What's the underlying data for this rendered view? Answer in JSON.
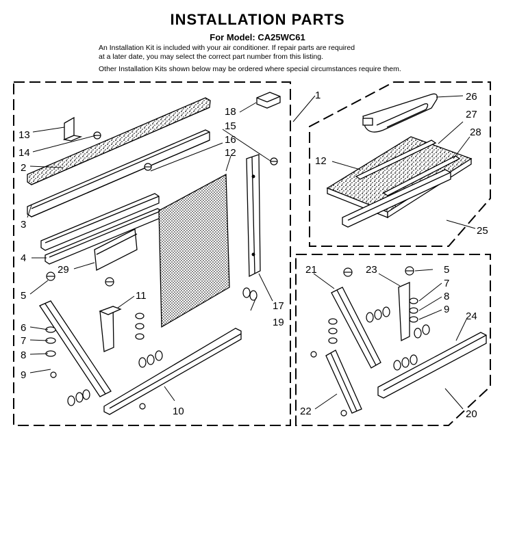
{
  "header": {
    "title": "INSTALLATION PARTS",
    "model_line": "For Model: CA25WC61",
    "intro_line1": "An Installation Kit is included with your air conditioner. If repair parts are required",
    "intro_line2": "at a later date, you may select the correct part number from this listing.",
    "intro_line3": "Other Installation Kits shown below may be ordered where special circumstances require them."
  },
  "callouts": {
    "main_kit": [
      "13",
      "14",
      "2",
      "3",
      "4",
      "29",
      "5",
      "6",
      "7",
      "8",
      "9",
      "11",
      "10",
      "18",
      "15",
      "16",
      "12",
      "17",
      "19",
      "1"
    ],
    "right_top": [
      "26",
      "27",
      "28",
      "12",
      "25"
    ],
    "right_bottom": [
      "21",
      "23",
      "5",
      "7",
      "8",
      "9",
      "24",
      "22",
      "20"
    ]
  }
}
